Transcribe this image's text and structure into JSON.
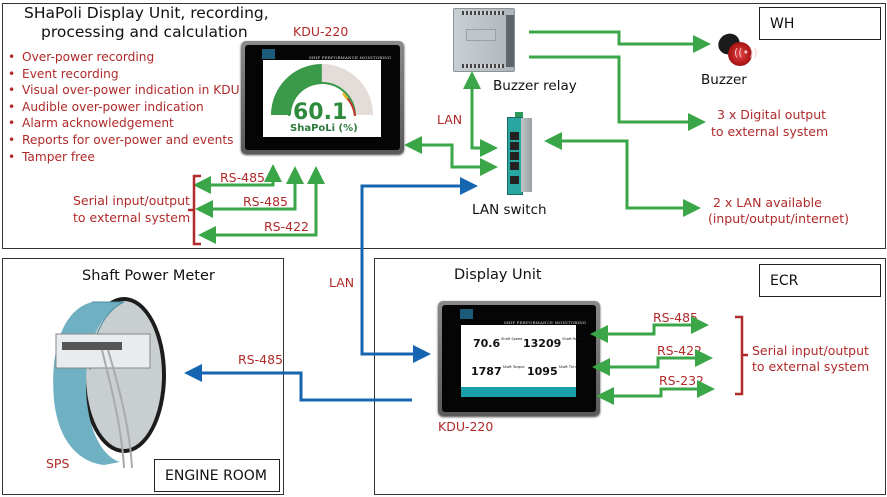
{
  "zones": {
    "wh": "WH",
    "ecr": "ECR",
    "engine_room": "ENGINE ROOM"
  },
  "top_section": {
    "title_line1": "SHaPoli Display Unit, recording,",
    "title_line2": "processing and calculation",
    "features": [
      "Over-power recording",
      "Event recording",
      "Visual over-power indication in KDU",
      "Audible over-power indication",
      "Alarm acknowledgement",
      "Reports for over-power and events",
      "Tamper free"
    ],
    "kdu_label": "KDU-220",
    "kdu_screen": {
      "header": "SHIP PERFORMANCE MONITORING",
      "gauge_value": "60.1",
      "gauge_label": "ShaPoLi (%)",
      "gauge_fraction": 0.601
    },
    "serial": {
      "label_line1": "Serial input/output",
      "label_line2": "to external system",
      "links": [
        "RS-485",
        "RS-485",
        "RS-422"
      ]
    },
    "lan_label": "LAN",
    "buzzer_relay": "Buzzer relay",
    "buzzer": "Buzzer",
    "lan_switch": "LAN switch",
    "digital_output_line1": "3 x Digital output",
    "digital_output_line2": "to external system",
    "lan_available_line1": "2 x LAN available",
    "lan_available_line2": "(input/output/internet)"
  },
  "engine_room_section": {
    "title": "Shaft Power Meter",
    "sps_label": "SPS",
    "link_label": "RS-485"
  },
  "lan_link_label": "LAN",
  "ecr_section": {
    "title": "Display Unit",
    "kdu_label": "KDU-220",
    "kdu_screen": {
      "header": "SHIP PERFORMANCE MONITORING",
      "readings": [
        {
          "value": "70.6",
          "name": "Shaft Speed",
          "unit": "rpm"
        },
        {
          "value": "13209",
          "name": "Shaft Power",
          "unit": "kW"
        },
        {
          "value": "1787",
          "name": "Shaft Torque",
          "unit": "kNm"
        },
        {
          "value": "1095",
          "name": "Shaft Thrust",
          "unit": "kN"
        }
      ]
    },
    "serial": {
      "label_line1": "Serial input/output",
      "label_line2": "to external system",
      "links": [
        "RS-485",
        "RS-422",
        "RS-232"
      ]
    }
  },
  "colors": {
    "green_link": "#3aa648",
    "blue_link": "#1565b0",
    "red_text": "#b02a2a",
    "gauge_green": "#3a9a4a",
    "gauge_gray": "#e3dcd8"
  }
}
